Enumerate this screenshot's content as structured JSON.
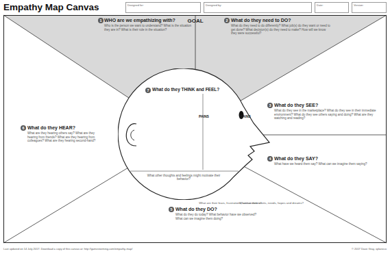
{
  "diagram": {
    "title": "Empathy Map Canvas",
    "nodes": [
      {
        "text": [
          "Designed for:"
        ]
      },
      {
        "text": [
          "Designed by:"
        ]
      },
      {
        "text": [
          "Date:"
        ]
      },
      {
        "text": [
          "Version:"
        ]
      },
      {
        "text": [
          "WHO are we empathizing with?",
          "Who is the person we want to understand? What is the situation they are in? What is their role in the situation?"
        ]
      },
      {
        "text": [
          "What do they need to DO?",
          "What do they need to do differently? What job(s) do they want or need to get done? What decision(s) do they need to make? How will we know they were successful?"
        ]
      },
      {
        "text": [
          "What do they HEAR?",
          "What are they hearing others say? What are they hearing from friends? What are they hearing from colleagues? What are they hearing second-hand?"
        ]
      },
      {
        "text": [
          "What do they THINK and FEEL?",
          "What other thoughts and feelings might motivate their behavior?"
        ]
      },
      {
        "text": [
          "PAINS",
          "What are their fears, frustrations, and anxieties?"
        ],
        "in": 7
      },
      {
        "text": [
          "GAINS",
          "What are their wants, needs, hopes and dreams?"
        ],
        "in": 7
      },
      {
        "text": [
          "What do they SEE?",
          "What do they see in the marketplace? What do they see in their immediate environment? What do they see others saying and doing? What are they watching and reading?"
        ]
      },
      {
        "text": [
          "What do they SAY?",
          "What have we heard them say? What can we imagine them saying?"
        ]
      },
      {
        "text": [
          "What do they DO?",
          "What do they do today? What behavior have we observed? What can we imagine them doing?"
        ]
      }
    ],
    "labels": [
      "1",
      "GOAL",
      "2",
      "7",
      "3",
      "6",
      "4",
      "5",
      "Last updated on 14 July 2017. Download a copy of this canvas at: http://gamestorming.com/empathy-map/",
      "© 2017 Dave Gray, xplaneco"
    ]
  }
}
